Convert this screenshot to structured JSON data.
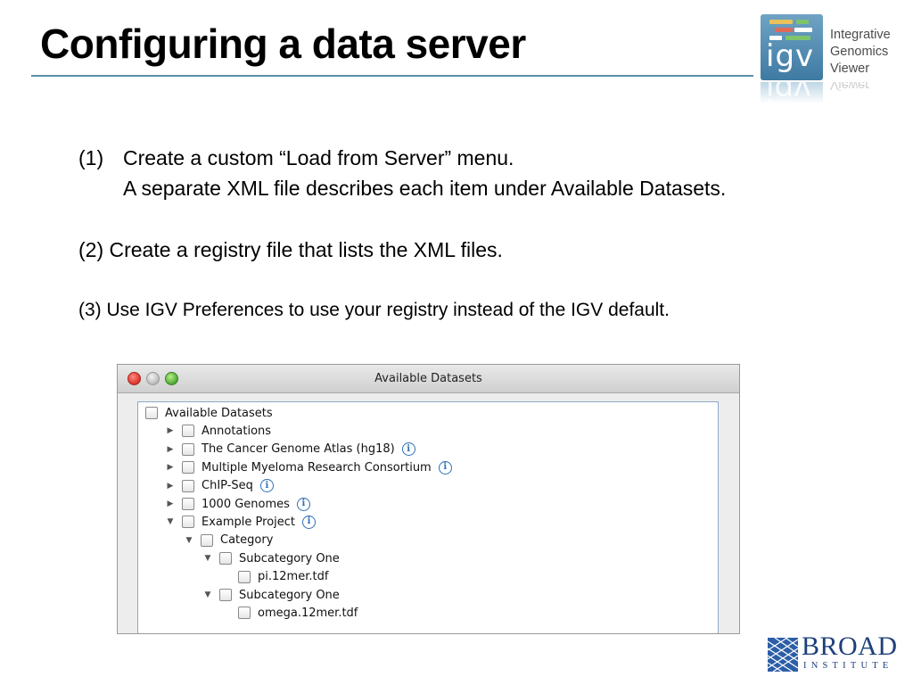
{
  "slide": {
    "title": "Configuring a data server",
    "steps": [
      {
        "number": "(1)",
        "line1": "Create a custom “Load from Server” menu.",
        "line2": "A separate XML file describes each item under Available Datasets."
      },
      {
        "text": "(2) Create a registry file that lists the XML files."
      },
      {
        "text": "(3) Use IGV Preferences to use your registry instead of the IGV default."
      }
    ]
  },
  "logos": {
    "igv": {
      "letters": "igv",
      "words": [
        "Integrative",
        "Genomics",
        "Viewer"
      ],
      "reflect_word": "Viewer",
      "colors": {
        "box": "#4f8ab2",
        "text": "#4b4b4b"
      }
    },
    "broad": {
      "word": "BROAD",
      "sub": "INSTITUTE",
      "color": "#1d3f7a"
    }
  },
  "window": {
    "title": "Available Datasets",
    "tree": [
      {
        "label": "Available Datasets",
        "level": 0,
        "toggle": "none",
        "info": false
      },
      {
        "label": "Annotations",
        "level": 1,
        "toggle": "collapsed",
        "info": false
      },
      {
        "label": "The Cancer Genome Atlas  (hg18)",
        "level": 1,
        "toggle": "collapsed",
        "info": true
      },
      {
        "label": "Multiple Myeloma Research Consortium",
        "level": 1,
        "toggle": "collapsed",
        "info": true
      },
      {
        "label": "ChIP-Seq",
        "level": 1,
        "toggle": "collapsed",
        "info": true
      },
      {
        "label": "1000 Genomes",
        "level": 1,
        "toggle": "collapsed",
        "info": true
      },
      {
        "label": "Example Project",
        "level": 1,
        "toggle": "expanded",
        "info": true
      },
      {
        "label": "Category",
        "level": 2,
        "toggle": "expanded",
        "info": false
      },
      {
        "label": "Subcategory One",
        "level": 3,
        "toggle": "expanded",
        "info": false
      },
      {
        "label": "pi.12mer.tdf",
        "level": 4,
        "toggle": "none",
        "info": false
      },
      {
        "label": "Subcategory One",
        "level": 3,
        "toggle": "expanded",
        "info": false
      },
      {
        "label": "omega.12mer.tdf",
        "level": 4,
        "toggle": "none",
        "info": false
      }
    ],
    "icons": {
      "collapsed": "triangle-right-icon",
      "expanded": "triangle-down-icon",
      "info": "info-icon"
    }
  }
}
